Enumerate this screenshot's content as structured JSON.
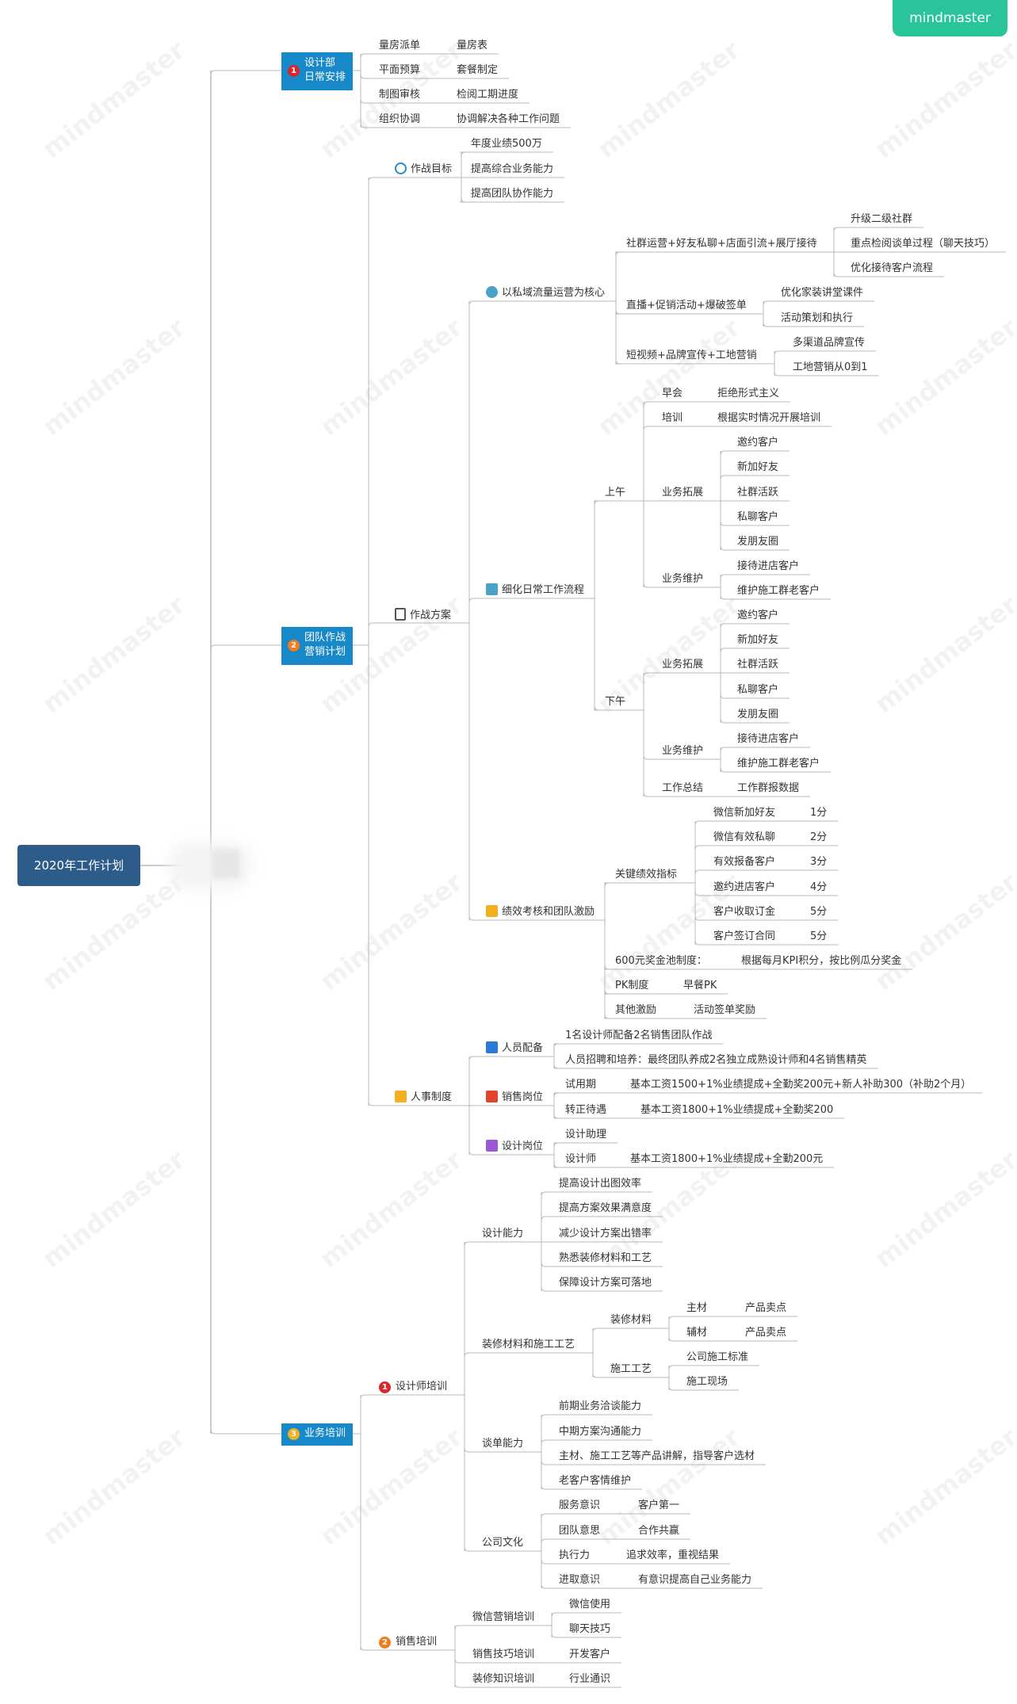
{
  "brand": {
    "name": "mindmaster",
    "color": "#29c49a"
  },
  "watermark": "mindmaster",
  "root": {
    "label": "2020年工作计划"
  },
  "colors": {
    "root": "#2e5c8a",
    "level1": "#1788c8",
    "line": "#b8b8b8"
  },
  "nodes": [
    {
      "id": "s1",
      "text": "设计部\n日常安排",
      "num": "1",
      "badge": "red"
    },
    {
      "id": "s1a",
      "text": "量房派单"
    },
    {
      "id": "s1a1",
      "text": "量房表"
    },
    {
      "id": "s1b",
      "text": "平面预算"
    },
    {
      "id": "s1b1",
      "text": "套餐制定"
    },
    {
      "id": "s1c",
      "text": "制图审核"
    },
    {
      "id": "s1c1",
      "text": "检阅工期进度"
    },
    {
      "id": "s1d",
      "text": "组织协调"
    },
    {
      "id": "s1d1",
      "text": "协调解决各种工作问题"
    },
    {
      "id": "s2",
      "text": "团队作战\n营销计划",
      "num": "2",
      "badge": "orange"
    },
    {
      "id": "g",
      "text": "作战目标",
      "icon": "target"
    },
    {
      "id": "g1",
      "text": "年度业绩500万"
    },
    {
      "id": "g2",
      "text": "提高综合业务能力"
    },
    {
      "id": "g3",
      "text": "提高团队协作能力"
    },
    {
      "id": "p",
      "text": "作战方案",
      "icon": "doc"
    },
    {
      "id": "p1",
      "text": "以私域流量运营为核心",
      "icon": "cycle"
    },
    {
      "id": "p1a",
      "text": "社群运营+好友私聊+店面引流+展厅接待"
    },
    {
      "id": "p1a1",
      "text": "升级二级社群"
    },
    {
      "id": "p1a2",
      "text": "重点检阅谈单过程（聊天技巧）"
    },
    {
      "id": "p1a3",
      "text": "优化接待客户流程"
    },
    {
      "id": "p1b",
      "text": "直播+促销活动+爆破签单"
    },
    {
      "id": "p1b1",
      "text": "优化家装讲堂课件"
    },
    {
      "id": "p1b2",
      "text": "活动策划和执行"
    },
    {
      "id": "p1c",
      "text": "短视频+品牌宣传+工地营销"
    },
    {
      "id": "p1c1",
      "text": "多渠道品牌宣传"
    },
    {
      "id": "p1c2",
      "text": "工地营销从0到1"
    },
    {
      "id": "p2",
      "text": "细化日常工作流程",
      "icon": "grid"
    },
    {
      "id": "am",
      "text": "上午"
    },
    {
      "id": "am1",
      "text": "早会"
    },
    {
      "id": "am1a",
      "text": "拒绝形式主义"
    },
    {
      "id": "am2",
      "text": "培训"
    },
    {
      "id": "am2a",
      "text": "根据实时情况开展培训"
    },
    {
      "id": "am3",
      "text": "业务拓展"
    },
    {
      "id": "am3a",
      "text": "邀约客户"
    },
    {
      "id": "am3b",
      "text": "新加好友"
    },
    {
      "id": "am3c",
      "text": "社群活跃"
    },
    {
      "id": "am3d",
      "text": "私聊客户"
    },
    {
      "id": "am3e",
      "text": "发朋友圈"
    },
    {
      "id": "am4",
      "text": "业务维护"
    },
    {
      "id": "am4a",
      "text": "接待进店客户"
    },
    {
      "id": "am4b",
      "text": "维护施工群老客户"
    },
    {
      "id": "pm",
      "text": "下午"
    },
    {
      "id": "pm1",
      "text": "业务拓展"
    },
    {
      "id": "pm1a",
      "text": "邀约客户"
    },
    {
      "id": "pm1b",
      "text": "新加好友"
    },
    {
      "id": "pm1c",
      "text": "社群活跃"
    },
    {
      "id": "pm1d",
      "text": "私聊客户"
    },
    {
      "id": "pm1e",
      "text": "发朋友圈"
    },
    {
      "id": "pm2",
      "text": "业务维护"
    },
    {
      "id": "pm2a",
      "text": "接待进店客户"
    },
    {
      "id": "pm2b",
      "text": "维护施工群老客户"
    },
    {
      "id": "pm3",
      "text": "工作总结"
    },
    {
      "id": "pm3a",
      "text": "工作群报数据"
    },
    {
      "id": "p3",
      "text": "绩效考核和团队激励",
      "icon": "trophy"
    },
    {
      "id": "k",
      "text": "关键绩效指标"
    },
    {
      "id": "k1",
      "text": "微信新加好友"
    },
    {
      "id": "k1s",
      "text": "1分"
    },
    {
      "id": "k2",
      "text": "微信有效私聊"
    },
    {
      "id": "k2s",
      "text": "2分"
    },
    {
      "id": "k3",
      "text": "有效报备客户"
    },
    {
      "id": "k3s",
      "text": "3分"
    },
    {
      "id": "k4",
      "text": "邀约进店客户"
    },
    {
      "id": "k4s",
      "text": "4分"
    },
    {
      "id": "k5",
      "text": "客户收取订金"
    },
    {
      "id": "k5s",
      "text": "5分"
    },
    {
      "id": "k6",
      "text": "客户签订合同"
    },
    {
      "id": "k6s",
      "text": "5分"
    },
    {
      "id": "j",
      "text": "600元奖金池制度："
    },
    {
      "id": "ja",
      "text": "根据每月KPI积分，按比例瓜分奖金"
    },
    {
      "id": "pk",
      "text": "PK制度"
    },
    {
      "id": "pka",
      "text": "早餐PK"
    },
    {
      "id": "oth",
      "text": "其他激励"
    },
    {
      "id": "otha",
      "text": "活动签单奖励"
    },
    {
      "id": "h",
      "text": "人事制度",
      "icon": "scale"
    },
    {
      "id": "h1",
      "text": "人员配备",
      "icon": "team"
    },
    {
      "id": "h1a",
      "text": "1名设计师配备2名销售团队作战"
    },
    {
      "id": "h1b",
      "text": "人员招聘和培养：最终团队养成2名独立成熟设计师和4名销售精英"
    },
    {
      "id": "h2",
      "text": "销售岗位",
      "icon": "phone"
    },
    {
      "id": "h2a",
      "text": "试用期"
    },
    {
      "id": "h2a1",
      "text": "基本工资1500+1%业绩提成+全勤奖200元+新人补助300（补助2个月）"
    },
    {
      "id": "h2b",
      "text": "转正待遇"
    },
    {
      "id": "h2b1",
      "text": "基本工资1800+1%业绩提成+全勤奖200"
    },
    {
      "id": "h3",
      "text": "设计岗位",
      "icon": "pen"
    },
    {
      "id": "h3a",
      "text": "设计助理"
    },
    {
      "id": "h3b",
      "text": "设计师"
    },
    {
      "id": "h3b1",
      "text": "基本工资1800+1%业绩提成+全勤200元"
    },
    {
      "id": "s3",
      "text": "业务培训",
      "num": "3",
      "badge": "yellow"
    },
    {
      "id": "t1",
      "text": "设计师培训",
      "num": "1",
      "badge": "red"
    },
    {
      "id": "da",
      "text": "设计能力"
    },
    {
      "id": "da1",
      "text": "提高设计出图效率"
    },
    {
      "id": "da2",
      "text": "提高方案效果满意度"
    },
    {
      "id": "da3",
      "text": "减少设计方案出错率"
    },
    {
      "id": "da4",
      "text": "熟悉装修材料和工艺"
    },
    {
      "id": "da5",
      "text": "保障设计方案可落地"
    },
    {
      "id": "mt",
      "text": "装修材料和施工工艺"
    },
    {
      "id": "mt1",
      "text": "装修材料"
    },
    {
      "id": "mt1a",
      "text": "主材"
    },
    {
      "id": "mt1a1",
      "text": "产品卖点"
    },
    {
      "id": "mt1b",
      "text": "辅材"
    },
    {
      "id": "mt1b1",
      "text": "产品卖点"
    },
    {
      "id": "mt2",
      "text": "施工工艺"
    },
    {
      "id": "mt2a",
      "text": "公司施工标准"
    },
    {
      "id": "mt2b",
      "text": "施工现场"
    },
    {
      "id": "tk",
      "text": "谈单能力"
    },
    {
      "id": "tk1",
      "text": "前期业务洽谈能力"
    },
    {
      "id": "tk2",
      "text": "中期方案沟通能力"
    },
    {
      "id": "tk3",
      "text": "主材、施工工艺等产品讲解，指导客户选材"
    },
    {
      "id": "tk4",
      "text": "老客户客情维护"
    },
    {
      "id": "cc",
      "text": "公司文化"
    },
    {
      "id": "cc1",
      "text": "服务意识"
    },
    {
      "id": "cc1a",
      "text": "客户第一"
    },
    {
      "id": "cc2",
      "text": "团队意思"
    },
    {
      "id": "cc2a",
      "text": "合作共赢"
    },
    {
      "id": "cc3",
      "text": "执行力"
    },
    {
      "id": "cc3a",
      "text": "追求效率，重视结果"
    },
    {
      "id": "cc4",
      "text": "进取意识"
    },
    {
      "id": "cc4a",
      "text": "有意识提高自己业务能力"
    },
    {
      "id": "t2",
      "text": "销售培训",
      "num": "2",
      "badge": "orange"
    },
    {
      "id": "wx",
      "text": "微信营销培训"
    },
    {
      "id": "wx1",
      "text": "微信使用"
    },
    {
      "id": "wx2",
      "text": "聊天技巧"
    },
    {
      "id": "xs",
      "text": "销售技巧培训"
    },
    {
      "id": "xs1",
      "text": "开发客户"
    },
    {
      "id": "zx",
      "text": "装修知识培训"
    },
    {
      "id": "zx1",
      "text": "行业通识"
    }
  ]
}
